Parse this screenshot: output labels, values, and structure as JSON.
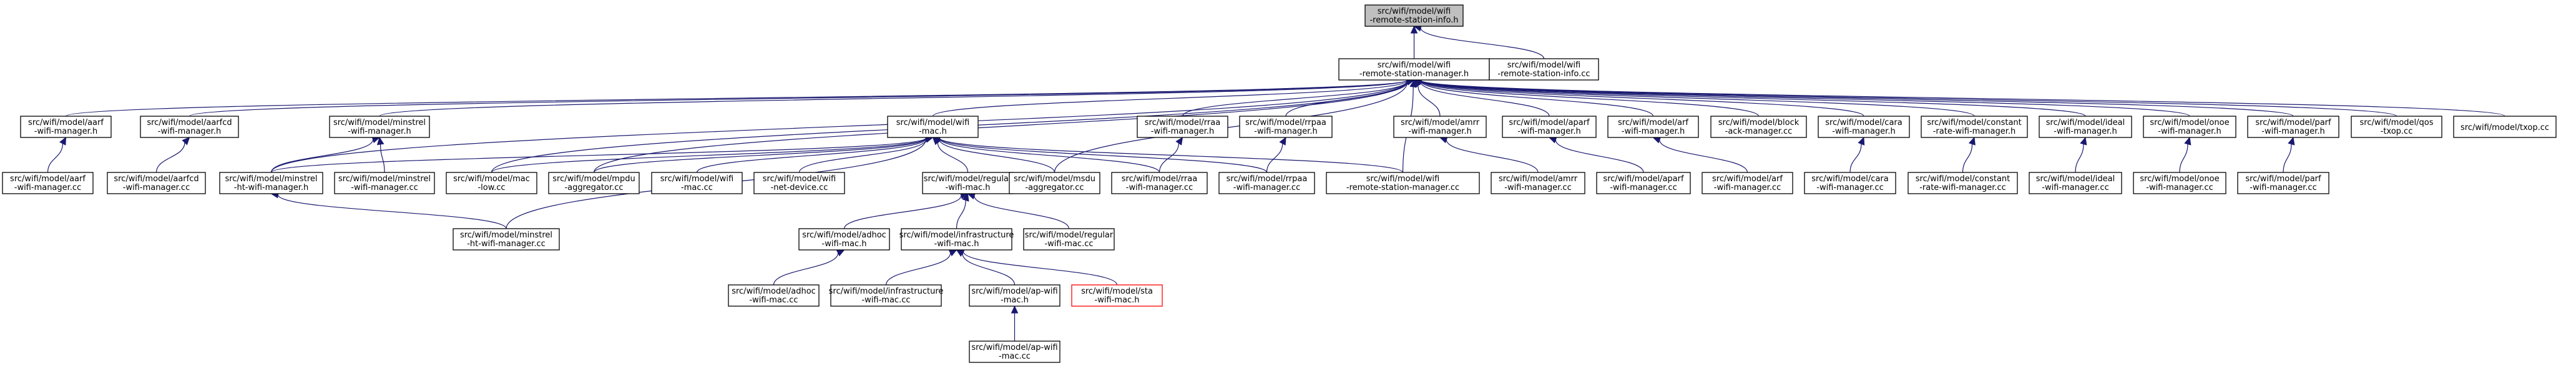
{
  "graph": {
    "nodes": [
      {
        "id": "root",
        "lines": [
          "src/wifi/model/wifi",
          "-remote-station-info.h"
        ],
        "kind": "root"
      },
      {
        "id": "rsm_h",
        "lines": [
          "src/wifi/model/wifi",
          "-remote-station-manager.h"
        ]
      },
      {
        "id": "rsi_cc",
        "lines": [
          "src/wifi/model/wifi",
          "-remote-station-info.cc"
        ]
      },
      {
        "id": "aarf_h",
        "lines": [
          "src/wifi/model/aarf",
          "-wifi-manager.h"
        ]
      },
      {
        "id": "aarfcd_h",
        "lines": [
          "src/wifi/model/aarfcd",
          "-wifi-manager.h"
        ]
      },
      {
        "id": "minstrel_h",
        "lines": [
          "src/wifi/model/minstrel",
          "-wifi-manager.h"
        ]
      },
      {
        "id": "wifimac_h",
        "lines": [
          "src/wifi/model/wifi",
          "-mac.h"
        ]
      },
      {
        "id": "rraa_h",
        "lines": [
          "src/wifi/model/rraa",
          "-wifi-manager.h"
        ]
      },
      {
        "id": "rrpaa_h",
        "lines": [
          "src/wifi/model/rrpaa",
          "-wifi-manager.h"
        ]
      },
      {
        "id": "amrr_h",
        "lines": [
          "src/wifi/model/amrr",
          "-wifi-manager.h"
        ]
      },
      {
        "id": "aparf_h",
        "lines": [
          "src/wifi/model/aparf",
          "-wifi-manager.h"
        ]
      },
      {
        "id": "arf_h",
        "lines": [
          "src/wifi/model/arf",
          "-wifi-manager.h"
        ]
      },
      {
        "id": "block_cc",
        "lines": [
          "src/wifi/model/block",
          "-ack-manager.cc"
        ]
      },
      {
        "id": "cara_h",
        "lines": [
          "src/wifi/model/cara",
          "-wifi-manager.h"
        ]
      },
      {
        "id": "constant_h",
        "lines": [
          "src/wifi/model/constant",
          "-rate-wifi-manager.h"
        ]
      },
      {
        "id": "ideal_h",
        "lines": [
          "src/wifi/model/ideal",
          "-wifi-manager.h"
        ]
      },
      {
        "id": "onoe_h",
        "lines": [
          "src/wifi/model/onoe",
          "-wifi-manager.h"
        ]
      },
      {
        "id": "parf_h",
        "lines": [
          "src/wifi/model/parf",
          "-wifi-manager.h"
        ]
      },
      {
        "id": "qos_cc",
        "lines": [
          "src/wifi/model/qos",
          "-txop.cc"
        ]
      },
      {
        "id": "txop_cc",
        "lines": [
          "src/wifi/model/txop.cc"
        ]
      },
      {
        "id": "aarf_cc",
        "lines": [
          "src/wifi/model/aarf",
          "-wifi-manager.cc"
        ]
      },
      {
        "id": "aarfcd_cc",
        "lines": [
          "src/wifi/model/aarfcd",
          "-wifi-manager.cc"
        ]
      },
      {
        "id": "minstrelht_h",
        "lines": [
          "src/wifi/model/minstrel",
          "-ht-wifi-manager.h"
        ]
      },
      {
        "id": "minstrel_cc",
        "lines": [
          "src/wifi/model/minstrel",
          "-wifi-manager.cc"
        ]
      },
      {
        "id": "maclow_cc",
        "lines": [
          "src/wifi/model/mac",
          "-low.cc"
        ]
      },
      {
        "id": "mpdu_cc",
        "lines": [
          "src/wifi/model/mpdu",
          "-aggregator.cc"
        ]
      },
      {
        "id": "wifimac_cc",
        "lines": [
          "src/wifi/model/wifi",
          "-mac.cc"
        ]
      },
      {
        "id": "netdev_cc",
        "lines": [
          "src/wifi/model/wifi",
          "-net-device.cc"
        ]
      },
      {
        "id": "regular_h",
        "lines": [
          "src/wifi/model/regular",
          "-wifi-mac.h"
        ]
      },
      {
        "id": "msdu_cc",
        "lines": [
          "src/wifi/model/msdu",
          "-aggregator.cc"
        ]
      },
      {
        "id": "rraa_cc",
        "lines": [
          "src/wifi/model/rraa",
          "-wifi-manager.cc"
        ]
      },
      {
        "id": "rrpaa_cc",
        "lines": [
          "src/wifi/model/rrpaa",
          "-wifi-manager.cc"
        ]
      },
      {
        "id": "rsm_cc",
        "lines": [
          "src/wifi/model/wifi",
          "-remote-station-manager.cc"
        ]
      },
      {
        "id": "amrr_cc",
        "lines": [
          "src/wifi/model/amrr",
          "-wifi-manager.cc"
        ]
      },
      {
        "id": "aparf_cc",
        "lines": [
          "src/wifi/model/aparf",
          "-wifi-manager.cc"
        ]
      },
      {
        "id": "arf_cc",
        "lines": [
          "src/wifi/model/arf",
          "-wifi-manager.cc"
        ]
      },
      {
        "id": "cara_cc",
        "lines": [
          "src/wifi/model/cara",
          "-wifi-manager.cc"
        ]
      },
      {
        "id": "constant_cc",
        "lines": [
          "src/wifi/model/constant",
          "-rate-wifi-manager.cc"
        ]
      },
      {
        "id": "ideal_cc",
        "lines": [
          "src/wifi/model/ideal",
          "-wifi-manager.cc"
        ]
      },
      {
        "id": "onoe_cc",
        "lines": [
          "src/wifi/model/onoe",
          "-wifi-manager.cc"
        ]
      },
      {
        "id": "parf_cc",
        "lines": [
          "src/wifi/model/parf",
          "-wifi-manager.cc"
        ]
      },
      {
        "id": "minstrelht_cc",
        "lines": [
          "src/wifi/model/minstrel",
          "-ht-wifi-manager.cc"
        ]
      },
      {
        "id": "adhoc_h",
        "lines": [
          "src/wifi/model/adhoc",
          "-wifi-mac.h"
        ]
      },
      {
        "id": "infra_h",
        "lines": [
          "src/wifi/model/infrastructure",
          "-wifi-mac.h"
        ]
      },
      {
        "id": "regular_cc",
        "lines": [
          "src/wifi/model/regular",
          "-wifi-mac.cc"
        ]
      },
      {
        "id": "adhoc_cc",
        "lines": [
          "src/wifi/model/adhoc",
          "-wifi-mac.cc"
        ]
      },
      {
        "id": "infra_cc",
        "lines": [
          "src/wifi/model/infrastructure",
          "-wifi-mac.cc"
        ]
      },
      {
        "id": "ap_h",
        "lines": [
          "src/wifi/model/ap-wifi",
          "-mac.h"
        ]
      },
      {
        "id": "sta_h",
        "lines": [
          "src/wifi/model/sta",
          "-wifi-mac.h"
        ],
        "kind": "missing"
      },
      {
        "id": "ap_cc",
        "lines": [
          "src/wifi/model/ap-wifi",
          "-mac.cc"
        ]
      }
    ],
    "edges": [
      [
        "rsm_h",
        "root"
      ],
      [
        "rsi_cc",
        "root"
      ],
      [
        "aarf_h",
        "rsm_h"
      ],
      [
        "aarfcd_h",
        "rsm_h"
      ],
      [
        "minstrel_h",
        "rsm_h"
      ],
      [
        "minstrelht_h",
        "rsm_h"
      ],
      [
        "maclow_cc",
        "rsm_h"
      ],
      [
        "mpdu_cc",
        "rsm_h"
      ],
      [
        "wifimac_h",
        "rsm_h"
      ],
      [
        "msdu_cc",
        "rsm_h"
      ],
      [
        "rraa_h",
        "rsm_h"
      ],
      [
        "rrpaa_h",
        "rsm_h"
      ],
      [
        "rsm_cc",
        "rsm_h"
      ],
      [
        "amrr_h",
        "rsm_h"
      ],
      [
        "aparf_h",
        "rsm_h"
      ],
      [
        "arf_h",
        "rsm_h"
      ],
      [
        "block_cc",
        "rsm_h"
      ],
      [
        "cara_h",
        "rsm_h"
      ],
      [
        "constant_h",
        "rsm_h"
      ],
      [
        "ideal_h",
        "rsm_h"
      ],
      [
        "onoe_h",
        "rsm_h"
      ],
      [
        "parf_h",
        "rsm_h"
      ],
      [
        "qos_cc",
        "rsm_h"
      ],
      [
        "txop_cc",
        "rsm_h"
      ],
      [
        "aarf_cc",
        "aarf_h"
      ],
      [
        "aarfcd_cc",
        "aarfcd_h"
      ],
      [
        "minstrelht_h",
        "minstrel_h"
      ],
      [
        "minstrel_cc",
        "minstrel_h"
      ],
      [
        "minstrelht_h",
        "wifimac_h"
      ],
      [
        "maclow_cc",
        "wifimac_h"
      ],
      [
        "mpdu_cc",
        "wifimac_h"
      ],
      [
        "wifimac_cc",
        "wifimac_h"
      ],
      [
        "netdev_cc",
        "wifimac_h"
      ],
      [
        "regular_h",
        "wifimac_h"
      ],
      [
        "msdu_cc",
        "wifimac_h"
      ],
      [
        "rraa_cc",
        "wifimac_h"
      ],
      [
        "rrpaa_cc",
        "wifimac_h"
      ],
      [
        "rsm_cc",
        "wifimac_h"
      ],
      [
        "minstrelht_cc",
        "wifimac_h"
      ],
      [
        "rraa_cc",
        "rraa_h"
      ],
      [
        "rrpaa_cc",
        "rrpaa_h"
      ],
      [
        "amrr_cc",
        "amrr_h"
      ],
      [
        "aparf_cc",
        "aparf_h"
      ],
      [
        "arf_cc",
        "arf_h"
      ],
      [
        "cara_cc",
        "cara_h"
      ],
      [
        "constant_cc",
        "constant_h"
      ],
      [
        "ideal_cc",
        "ideal_h"
      ],
      [
        "onoe_cc",
        "onoe_h"
      ],
      [
        "parf_cc",
        "parf_h"
      ],
      [
        "minstrelht_cc",
        "minstrelht_h"
      ],
      [
        "adhoc_h",
        "regular_h"
      ],
      [
        "infra_h",
        "regular_h"
      ],
      [
        "regular_cc",
        "regular_h"
      ],
      [
        "adhoc_cc",
        "adhoc_h"
      ],
      [
        "infra_cc",
        "infra_h"
      ],
      [
        "ap_h",
        "infra_h"
      ],
      [
        "sta_h",
        "infra_h"
      ],
      [
        "ap_cc",
        "ap_h"
      ]
    ]
  }
}
